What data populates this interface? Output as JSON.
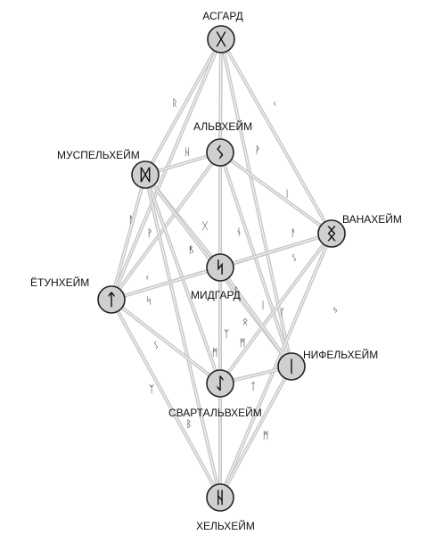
{
  "diagram": {
    "nodes": [
      {
        "id": "asgard",
        "label": "АСГАРД",
        "rune": "ᚷ"
      },
      {
        "id": "alfheim",
        "label": "АЛЬВХЕЙМ",
        "rune": "ᛊ"
      },
      {
        "id": "muspelheim",
        "label": "МУСПЕЛЬХЕЙМ",
        "rune": "ᛞ"
      },
      {
        "id": "vanaheim",
        "label": "ВАНАХЕЙМ",
        "rune": "ᛝ"
      },
      {
        "id": "midgard",
        "label": "МИДГАРД",
        "rune": "ᛋ"
      },
      {
        "id": "jotunheim",
        "label": "ЁТУНХЕЙМ",
        "rune": "ᛏ"
      },
      {
        "id": "niflheim",
        "label": "НИФЕЛЬХЕЙМ",
        "rune": "ᛁ"
      },
      {
        "id": "svartalfheim",
        "label": "СВАРТАЛЬВХЕЙМ",
        "rune": "ᛇ"
      },
      {
        "id": "helheim",
        "label": "ХЕЛЬХЕЙМ",
        "rune": "ᚺ"
      }
    ],
    "edges": [
      [
        "asgard",
        "alfheim"
      ],
      [
        "asgard",
        "muspelheim"
      ],
      [
        "asgard",
        "vanaheim"
      ],
      [
        "asgard",
        "jotunheim"
      ],
      [
        "asgard",
        "niflheim"
      ],
      [
        "alfheim",
        "muspelheim"
      ],
      [
        "alfheim",
        "vanaheim"
      ],
      [
        "alfheim",
        "jotunheim"
      ],
      [
        "alfheim",
        "svartalfheim"
      ],
      [
        "alfheim",
        "niflheim"
      ],
      [
        "muspelheim",
        "midgard"
      ],
      [
        "muspelheim",
        "jotunheim"
      ],
      [
        "muspelheim",
        "niflheim"
      ],
      [
        "muspelheim",
        "svartalfheim"
      ],
      [
        "muspelheim",
        "helheim"
      ],
      [
        "vanaheim",
        "midgard"
      ],
      [
        "vanaheim",
        "jotunheim"
      ],
      [
        "vanaheim",
        "svartalfheim"
      ],
      [
        "vanaheim",
        "helheim"
      ],
      [
        "midgard",
        "jotunheim"
      ],
      [
        "midgard",
        "niflheim"
      ],
      [
        "midgard",
        "svartalfheim"
      ],
      [
        "midgard",
        "helheim"
      ],
      [
        "jotunheim",
        "svartalfheim"
      ],
      [
        "jotunheim",
        "helheim"
      ],
      [
        "niflheim",
        "svartalfheim"
      ],
      [
        "niflheim",
        "helheim"
      ],
      [
        "svartalfheim",
        "helheim"
      ]
    ],
    "edge_runes": [
      {
        "glyph": "ᚱ"
      },
      {
        "glyph": "ᚲ"
      },
      {
        "glyph": "ᚺ"
      },
      {
        "glyph": "ᚹ"
      },
      {
        "glyph": "ᛁ"
      },
      {
        "glyph": "ᚨ"
      },
      {
        "glyph": "ᚹ"
      },
      {
        "glyph": "ᛊ"
      },
      {
        "glyph": "ᚷ"
      },
      {
        "glyph": "ᚾ"
      },
      {
        "glyph": "ᚨ"
      },
      {
        "glyph": "ᛊ"
      },
      {
        "glyph": "ᚠ"
      },
      {
        "glyph": "ᚲ"
      },
      {
        "glyph": "ᛋ"
      },
      {
        "glyph": "ᛁ"
      },
      {
        "glyph": "ᛃ"
      },
      {
        "glyph": "ᛗ"
      },
      {
        "glyph": "ᛟ"
      },
      {
        "glyph": "ᛉ"
      },
      {
        "glyph": "ᛊ"
      },
      {
        "glyph": "ᛏ"
      },
      {
        "glyph": "ᛒ"
      },
      {
        "glyph": "ᛗ"
      },
      {
        "glyph": "ᛉ"
      },
      {
        "glyph": "ᛗ"
      },
      {
        "glyph": "ᚴ"
      },
      {
        "glyph": "ᛚ"
      }
    ],
    "colors": {
      "node_fill": "#cfcfcf",
      "node_stroke": "#222222",
      "edge": "#c9c9c9",
      "text": "#111111"
    }
  }
}
